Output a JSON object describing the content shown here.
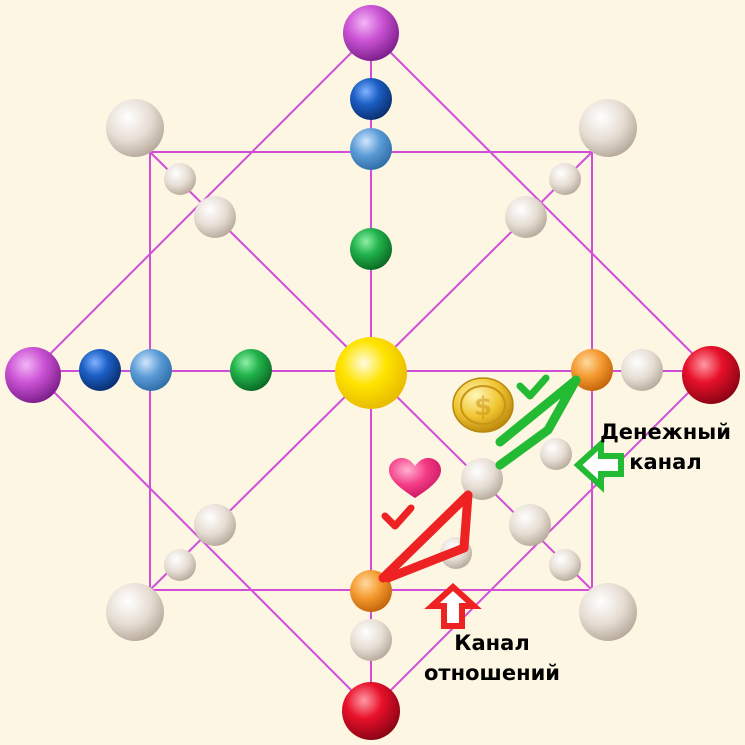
{
  "labels": {
    "money_channel": [
      "Денежный",
      "канал"
    ],
    "relationship_channel": [
      "Канал",
      "отношений"
    ]
  },
  "colors": {
    "lines": "#d24dd8",
    "money_channel": "#22bb33",
    "relationship_channel": "#ee2222",
    "violet": "#c64ad0",
    "blue": "#1c5fc4",
    "light_blue": "#5b9bd5",
    "green": "#22b34c",
    "yellow": "#ffe400",
    "orange": "#f59a30",
    "red": "#e8102a",
    "grey": "#e4dcd3"
  },
  "icons": [
    "coin-icon",
    "heart-icon",
    "check-icon",
    "arrow-left-icon",
    "arrow-up-icon"
  ]
}
